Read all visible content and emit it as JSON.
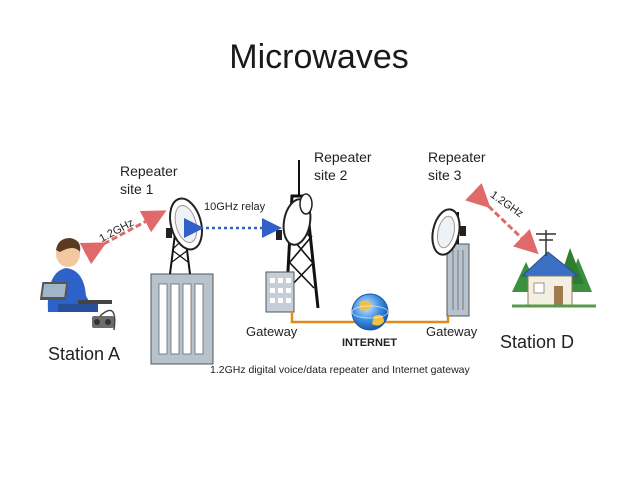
{
  "title": "Microwaves",
  "diagram": {
    "repeater1_line1": "Repeater",
    "repeater1_line2": "site 1",
    "repeater2_line1": "Repeater",
    "repeater2_line2": "site 2",
    "repeater3_line1": "Repeater",
    "repeater3_line2": "site 3",
    "link_a": "1.2GHz",
    "link_relay": "10GHz relay",
    "link_d": "1.2GHz",
    "gateway_left": "Gateway",
    "gateway_right": "Gateway",
    "internet": "INTERNET",
    "station_a": "Station A",
    "station_d": "Station D",
    "caption": "1.2GHz digital voice/data repeater and Internet gateway"
  },
  "colors": {
    "link_red": "#e06a6a",
    "relay_blue": "#3060c8",
    "internet_line": "#e08a20",
    "building": "#b7c3cc",
    "tower": "#111111"
  }
}
